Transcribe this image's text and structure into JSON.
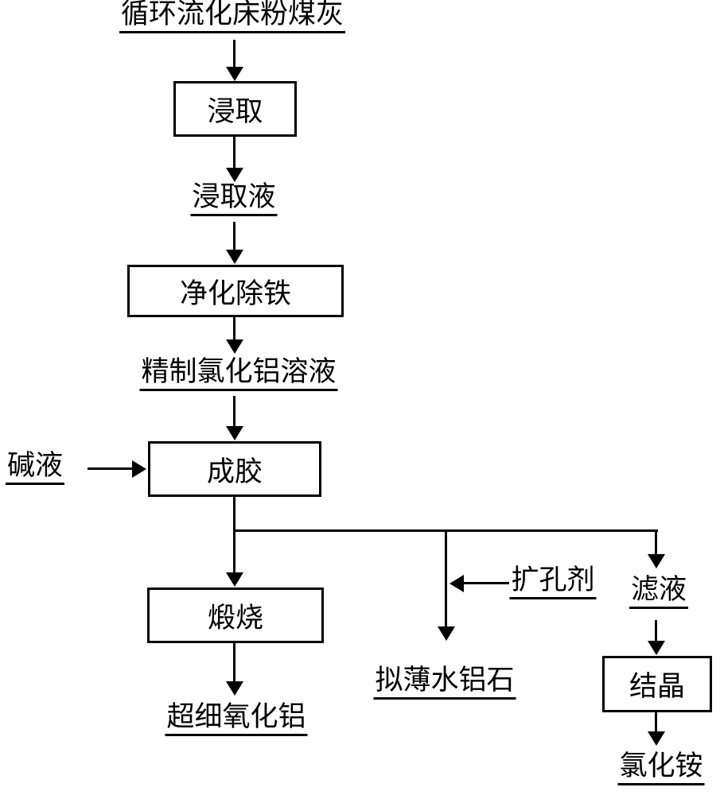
{
  "page": {
    "background": "#ffffff",
    "ink": "#000000"
  },
  "flowchart": {
    "nodes": {
      "source": {
        "label": "循环流化床粉煤灰",
        "kind": "input-label"
      },
      "leach": {
        "label": "浸取",
        "kind": "process-box"
      },
      "leachate": {
        "label": "浸取液",
        "kind": "intermediate-label"
      },
      "purify": {
        "label": "净化除铁",
        "kind": "process-box"
      },
      "refined_solution": {
        "label": "精制氯化铝溶液",
        "kind": "intermediate-label"
      },
      "alkali": {
        "label": "碱液",
        "kind": "input-label"
      },
      "gel": {
        "label": "成胶",
        "kind": "process-box"
      },
      "calcine": {
        "label": "煅烧",
        "kind": "process-box"
      },
      "ultrafine_alumina": {
        "label": "超细氧化铝",
        "kind": "product-label"
      },
      "pore_agent": {
        "label": "扩孔剂",
        "kind": "input-label"
      },
      "pseudoboehmite": {
        "label": "拟薄水铝石",
        "kind": "product-label"
      },
      "filtrate": {
        "label": "滤液",
        "kind": "intermediate-label"
      },
      "crystallize": {
        "label": "结晶",
        "kind": "process-box"
      },
      "ammonium_chloride": {
        "label": "氯化铵",
        "kind": "product-label"
      }
    },
    "edges": [
      {
        "from": "source",
        "to": "leach"
      },
      {
        "from": "leach",
        "to": "leachate"
      },
      {
        "from": "leachate",
        "to": "purify"
      },
      {
        "from": "purify",
        "to": "refined_solution"
      },
      {
        "from": "refined_solution",
        "to": "gel"
      },
      {
        "from": "alkali",
        "to": "gel"
      },
      {
        "from": "gel",
        "to": "calcine"
      },
      {
        "from": "calcine",
        "to": "ultrafine_alumina"
      },
      {
        "from": "gel",
        "to": "pseudoboehmite"
      },
      {
        "from": "pore_agent",
        "to": "gel_to_pseudoboehmite_branch"
      },
      {
        "from": "gel",
        "to": "filtrate"
      },
      {
        "from": "filtrate",
        "to": "crystallize"
      },
      {
        "from": "crystallize",
        "to": "ammonium_chloride"
      }
    ]
  }
}
